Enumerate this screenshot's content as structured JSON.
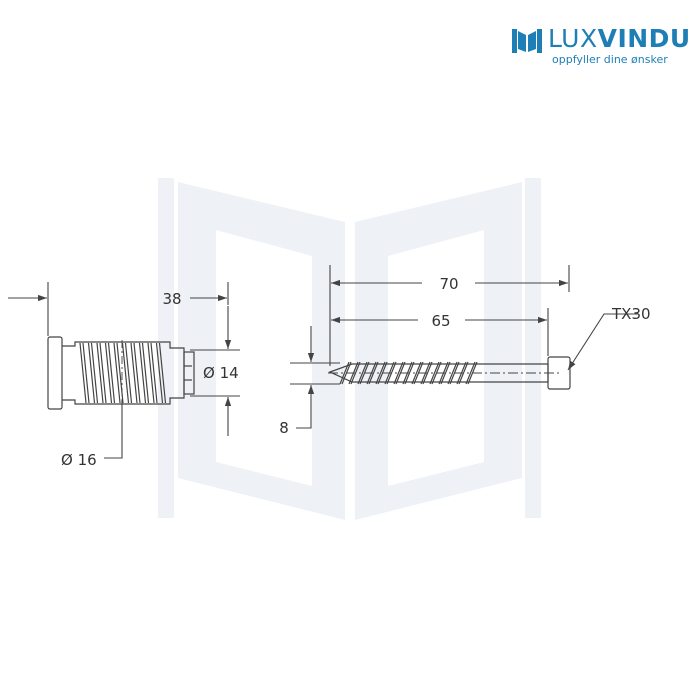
{
  "brand": {
    "name_part1": "LUX",
    "name_part2": "VINDU",
    "tagline": "oppfyller dine ønsker",
    "color": "#1d7fb5"
  },
  "drawing": {
    "line_color": "#444444",
    "watermark_color": "#eef1f5",
    "dimensions": {
      "sleeve_length": "38",
      "inner_diameter": "Ø 14",
      "outer_diameter": "Ø 16",
      "screw_total_length": "70",
      "screw_thread_length": "65",
      "screw_diameter": "8",
      "drive_type": "TX30"
    }
  }
}
